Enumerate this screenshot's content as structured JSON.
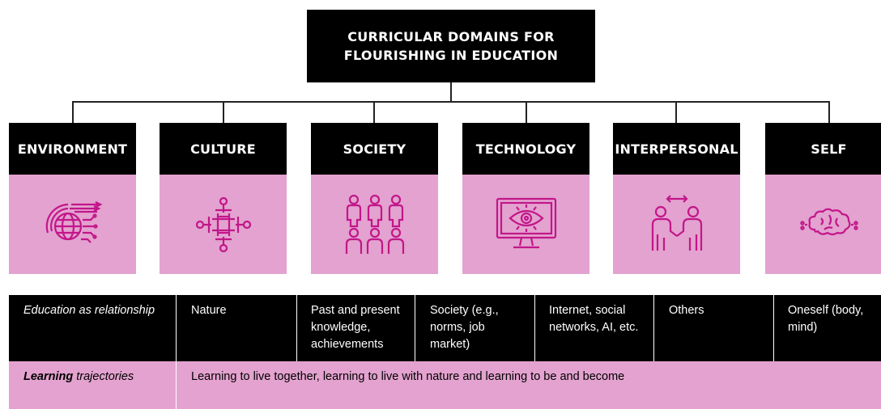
{
  "title": {
    "line1": "CURRICULAR DOMAINS FOR",
    "line2": "FLOURISHING IN EDUCATION"
  },
  "domains": [
    {
      "label": "ENVIRONMENT",
      "icon": "globe-icon"
    },
    {
      "label": "CULTURE",
      "icon": "cultural-symbol-icon"
    },
    {
      "label": "SOCIETY",
      "icon": "people-group-icon"
    },
    {
      "label": "TECHNOLOGY",
      "icon": "monitor-eye-icon"
    },
    {
      "label": "INTERPERSONAL",
      "icon": "two-people-exchange-icon"
    },
    {
      "label": "SELF",
      "icon": "brain-icon"
    }
  ],
  "relationship_row": {
    "label": "Education as relationship",
    "cells": [
      "Nature",
      "Past and present knowledge, achievements",
      "Society (e.g., norms, job market)",
      "Internet, social networks, AI, etc.",
      "Others",
      "Oneself (body, mind)"
    ]
  },
  "trajectories_row": {
    "label_bold": "Learning",
    "label_rest": " trajectories",
    "text": "Learning to live together, learning to live with nature and learning to be and become"
  },
  "colors": {
    "black": "#000000",
    "pink": "#e3a2cf",
    "icon": "#c2168a"
  }
}
